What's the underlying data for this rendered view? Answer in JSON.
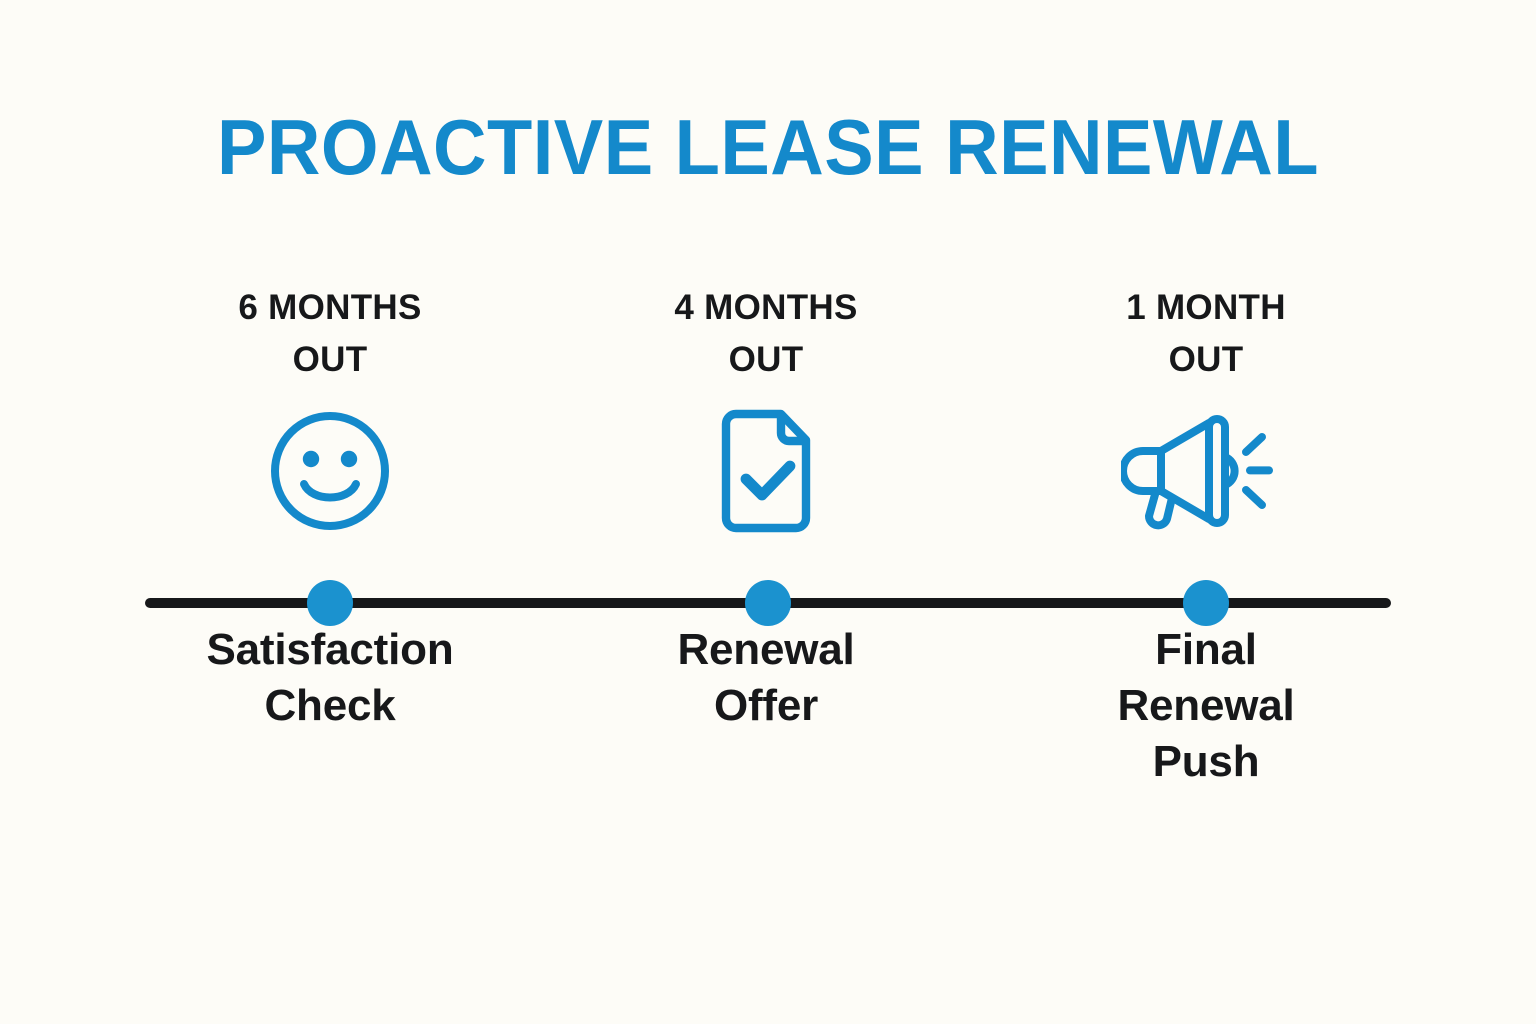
{
  "colors": {
    "background": "#fdfcf7",
    "accent_blue": "#1489cb",
    "dot_blue": "#1b92cf",
    "text_dark": "#17181a",
    "line_black": "#17181a"
  },
  "header": {
    "title": "PROACTIVE LEASE RENEWAL"
  },
  "timeline": {
    "milestones": [
      {
        "period_label": "6 MONTHS\nOUT",
        "icon": "smiley-face-icon",
        "caption": "Satisfaction\nCheck"
      },
      {
        "period_label": "4 MONTHS\nOUT",
        "icon": "document-check-icon",
        "caption": "Renewal\nOffer"
      },
      {
        "period_label": "1 MONTH\nOUT",
        "icon": "megaphone-icon",
        "caption": "Final\nRenewal\nPush"
      }
    ]
  }
}
